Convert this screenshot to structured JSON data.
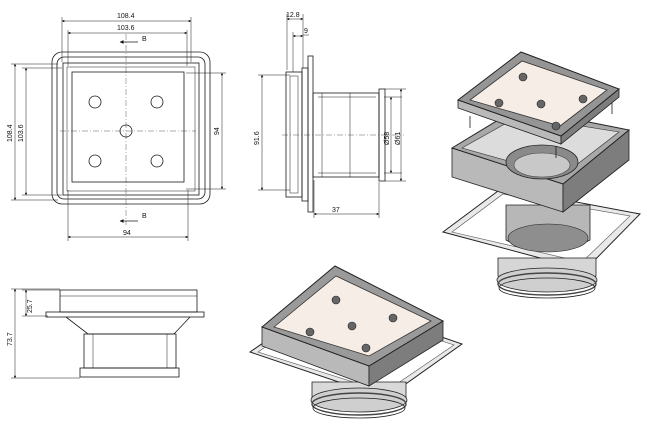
{
  "dimensions": {
    "top_outer_width": "108.4",
    "top_inner_width": "103.6",
    "top_left_outer_height": "108.4",
    "top_left_inner_height": "103.6",
    "top_right_height": "94",
    "top_bottom_width": "94",
    "section_marker_top": "B",
    "section_marker_bottom": "B",
    "side_top_width": "12.8",
    "side_top_small": "9",
    "side_height": "91.6",
    "side_dia_58": "Ø58",
    "side_dia_61": "Ø61",
    "side_length": "37",
    "front_flange_height": "25.7",
    "front_total_height": "73.7"
  }
}
